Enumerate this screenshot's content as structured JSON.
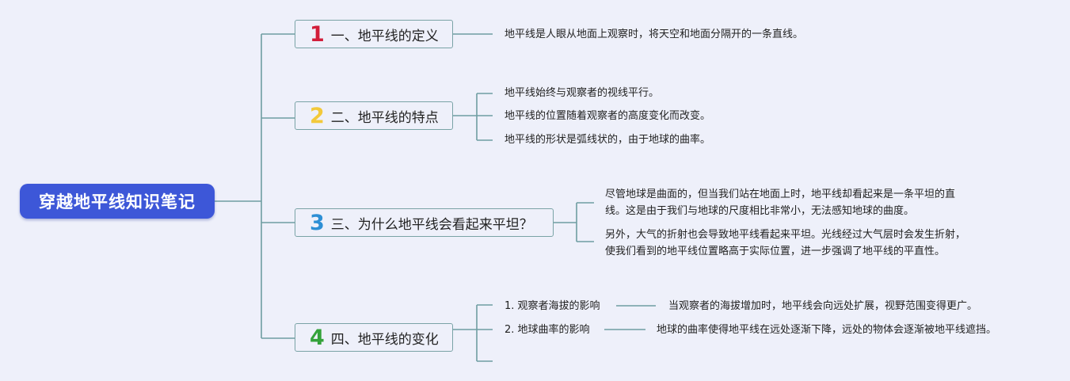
{
  "root": {
    "title": "穿越地平线知识笔记"
  },
  "branches": [
    {
      "num": "1",
      "color": "#d21e3a",
      "title": "一、地平线的定义"
    },
    {
      "num": "2",
      "color": "#f3c93a",
      "title": "二、地平线的特点"
    },
    {
      "num": "3",
      "color": "#2d8fd5",
      "title": "三、为什么地平线会看起来平坦？"
    },
    {
      "num": "4",
      "color": "#34a23a",
      "title": "四、地平线的变化"
    }
  ],
  "leaves": {
    "b1": [
      "地平线是人眼从地面上观察时，将天空和地面分隔开的一条直线。"
    ],
    "b2": [
      "地平线始终与观察者的视线平行。",
      "地平线的位置随着观察者的高度变化而改变。",
      "地平线的形状是弧线状的，由于地球的曲率。"
    ],
    "b3": [
      {
        "line1": "尽管地球是曲面的，但当我们站在地面上时，地平线却看起来是一条平坦的直",
        "line2": "线。这是由于我们与地球的尺度相比非常小，无法感知地球的曲度。"
      },
      {
        "line1": "另外，大气的折射也会导致地平线看起来平坦。光线经过大气层时会发生折射，",
        "line2": "使我们看到的地平线位置略高于实际位置，进一步强调了地平线的平直性。"
      }
    ],
    "b4": [
      {
        "label": "1. 观察者海拔的影响",
        "detail": "当观察者的海拔增加时，地平线会向远处扩展，视野范围变得更广。"
      },
      {
        "label": "2. 地球曲率的影响",
        "detail": "地球的曲率使得地平线在远处逐渐下降，远处的物体会逐渐被地平线遮挡。"
      }
    ]
  },
  "colors": {
    "connector": "#6f9ea1",
    "root_bg": "#3d57d8",
    "background": "#eef0fa"
  }
}
